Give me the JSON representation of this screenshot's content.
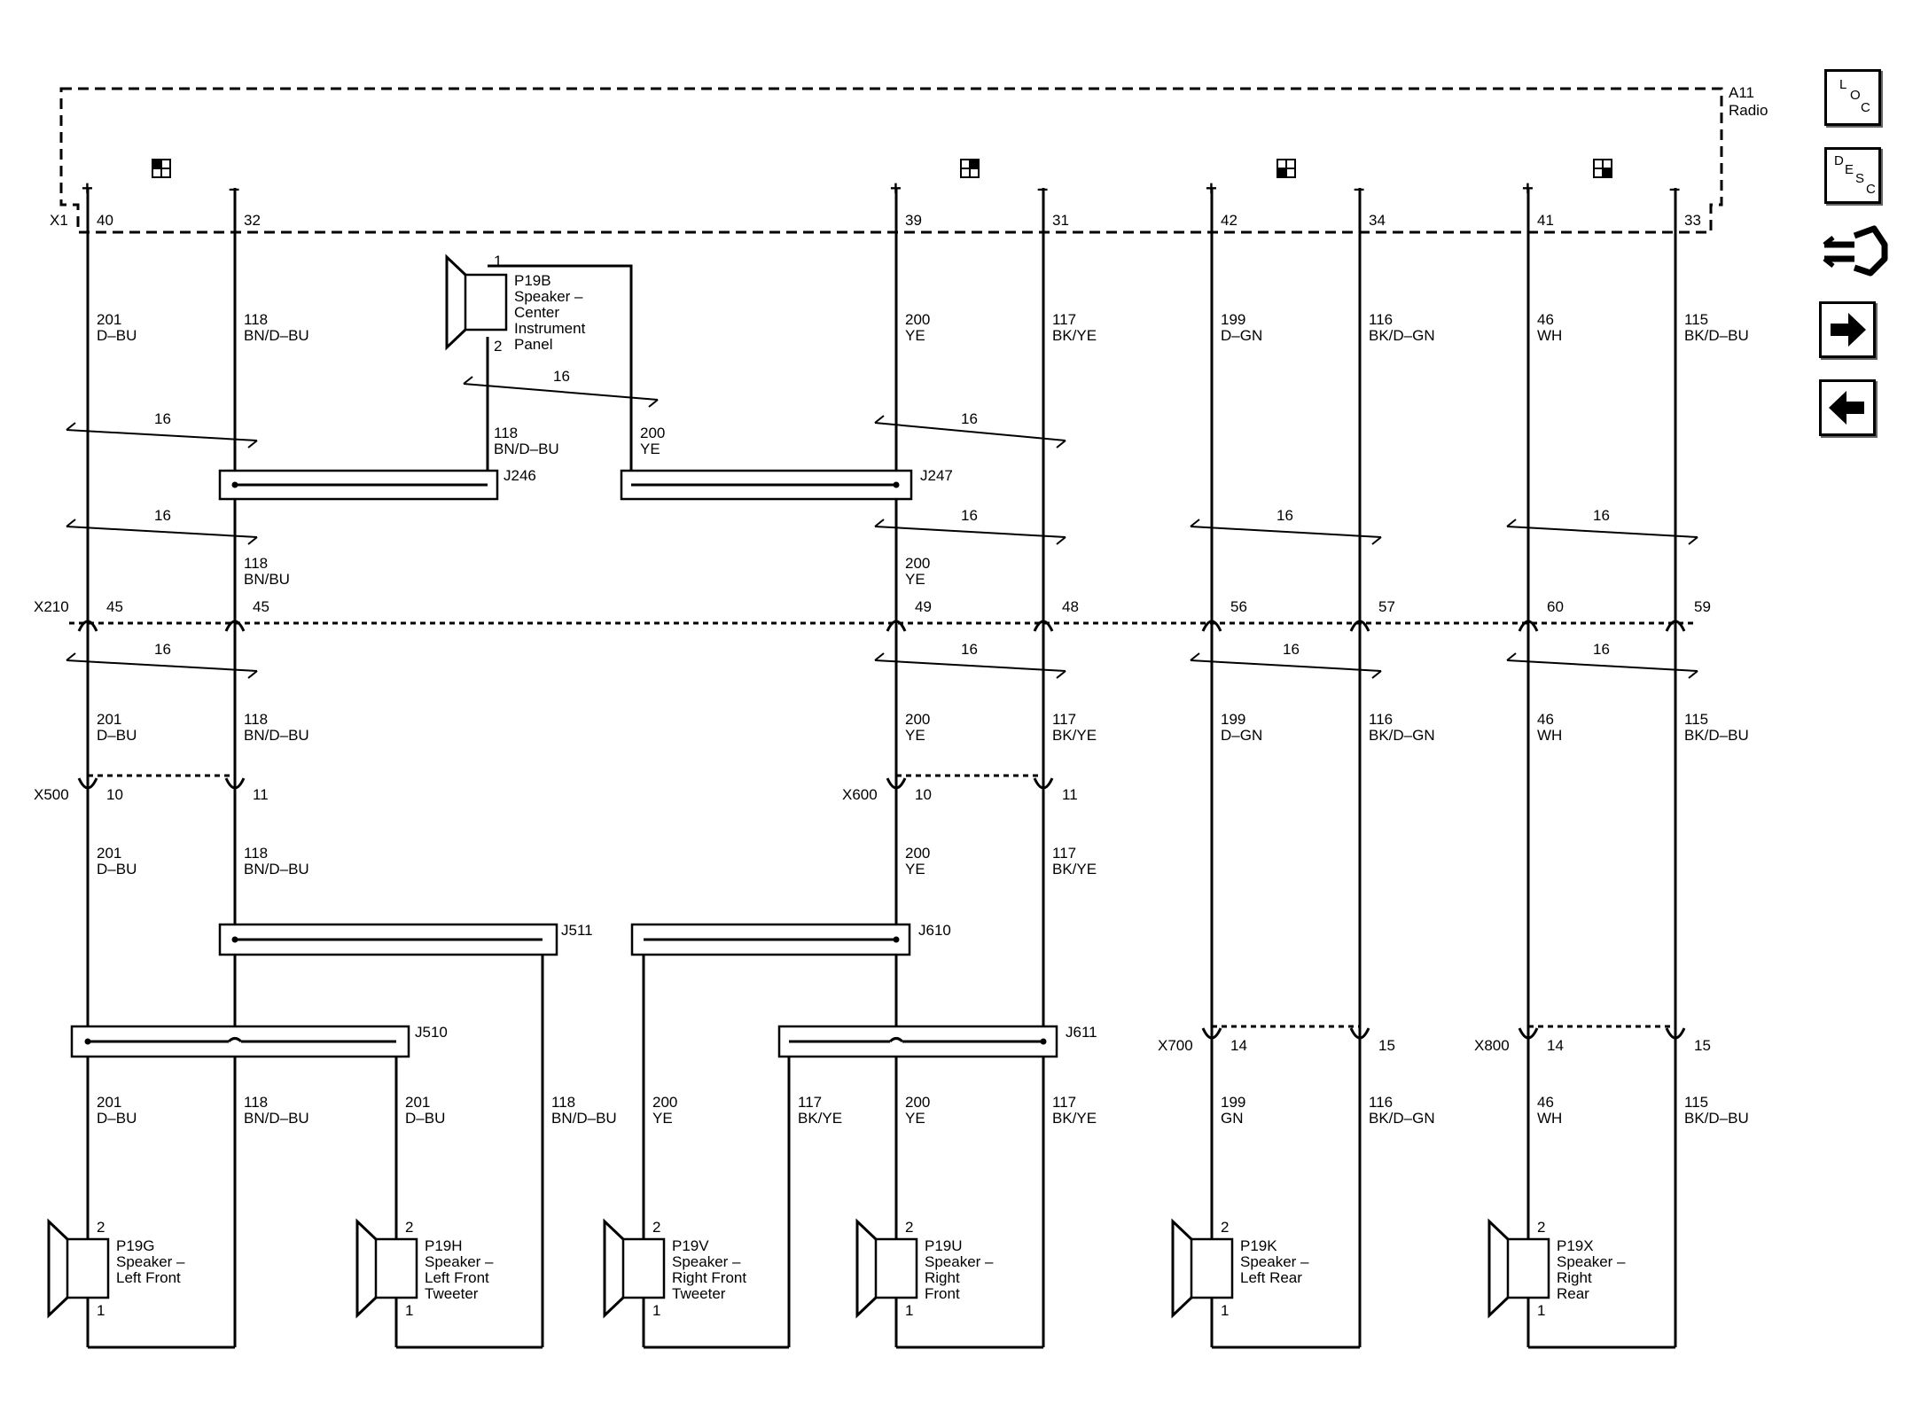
{
  "module": {
    "ref": "A11",
    "name": "Radio",
    "connector": "X1"
  },
  "pins_x1": [
    "40",
    "32",
    "39",
    "31",
    "42",
    "34",
    "41",
    "33"
  ],
  "wire_gauge": "16",
  "circuits": {
    "c201": {
      "num": "201",
      "color": "D–BU"
    },
    "c118": {
      "num": "118",
      "color": "BN/D–BU"
    },
    "c118b": {
      "num": "118",
      "color": "BN/BU"
    },
    "c200": {
      "num": "200",
      "color": "YE"
    },
    "c117": {
      "num": "117",
      "color": "BK/YE"
    },
    "c199": {
      "num": "199",
      "color": "D–GN"
    },
    "c199b": {
      "num": "199",
      "color": "GN"
    },
    "c116": {
      "num": "116",
      "color": "BK/D–GN"
    },
    "c46": {
      "num": "46",
      "color": "WH"
    },
    "c115": {
      "num": "115",
      "color": "BK/D–BU"
    }
  },
  "splices": [
    "J246",
    "J247",
    "J511",
    "J610",
    "J510",
    "J611"
  ],
  "inline_connectors": {
    "x210": {
      "name": "X210",
      "pins": [
        "45",
        "45",
        "49",
        "48",
        "56",
        "57",
        "60",
        "59"
      ]
    },
    "x500": {
      "name": "X500",
      "pins": [
        "10",
        "11"
      ]
    },
    "x600": {
      "name": "X600",
      "pins": [
        "10",
        "11"
      ]
    },
    "x700": {
      "name": "X700",
      "pins": [
        "14",
        "15"
      ]
    },
    "x800": {
      "name": "X800",
      "pins": [
        "14",
        "15"
      ]
    }
  },
  "speakers": {
    "p19b": {
      "id": "P19B",
      "l1": "Speaker –",
      "l2": "Center",
      "l3": "Instrument",
      "l4": "Panel",
      "pin_a": "1",
      "pin_b": "2"
    },
    "p19g": {
      "id": "P19G",
      "l1": "Speaker –",
      "l2": "Left Front",
      "l3": "",
      "pin_a": "2",
      "pin_b": "1"
    },
    "p19h": {
      "id": "P19H",
      "l1": "Speaker –",
      "l2": "Left Front",
      "l3": "Tweeter",
      "pin_a": "2",
      "pin_b": "1"
    },
    "p19v": {
      "id": "P19V",
      "l1": "Speaker –",
      "l2": "Right Front",
      "l3": "Tweeter",
      "pin_a": "2",
      "pin_b": "1"
    },
    "p19u": {
      "id": "P19U",
      "l1": "Speaker –",
      "l2": "Right",
      "l3": "Front",
      "pin_a": "2",
      "pin_b": "1"
    },
    "p19k": {
      "id": "P19K",
      "l1": "Speaker –",
      "l2": "Left Rear",
      "l3": "",
      "pin_a": "2",
      "pin_b": "1"
    },
    "p19x": {
      "id": "P19X",
      "l1": "Speaker –",
      "l2": "Right",
      "l3": "Rear",
      "pin_a": "2",
      "pin_b": "1"
    }
  },
  "polarity": {
    "plus": "+",
    "minus": "–"
  },
  "nav": {
    "loc": [
      "L",
      "O",
      "C"
    ],
    "desc": [
      "D",
      "E",
      "S",
      "C"
    ],
    "forward_icon": "arrow-right-icon",
    "back_icon": "arrow-left-icon",
    "connector_icon": "connector-plug-icon"
  }
}
